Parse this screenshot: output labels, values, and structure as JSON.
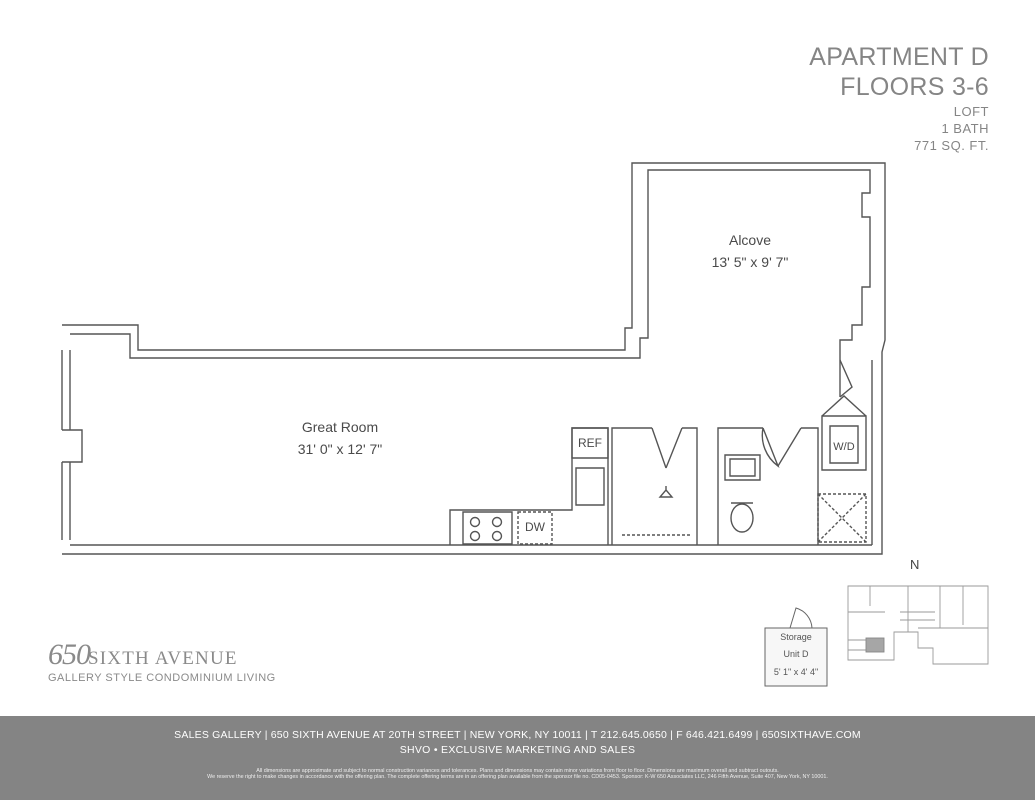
{
  "header": {
    "unit_name": "APARTMENT D",
    "floors": "FLOORS 3-6",
    "type": "LOFT",
    "bath": "1 BATH",
    "area": "771 SQ. FT."
  },
  "rooms": {
    "alcove_name": "Alcove",
    "alcove_dims": "13' 5\" x 9' 7\"",
    "great_room_name": "Great Room",
    "great_room_dims": "31' 0\" x 12' 7\""
  },
  "fixtures": {
    "ref": "REF",
    "dw": "DW",
    "wd": "W/D"
  },
  "storage": {
    "label1": "Storage",
    "label2": "Unit D",
    "dims": "5' 1\" x 4' 4\""
  },
  "compass": {
    "north": "N"
  },
  "logo": {
    "number": "650",
    "name": "SIXTH AVENUE",
    "tagline": "GALLERY STYLE CONDOMINIUM LIVING"
  },
  "footer": {
    "line1": "SALES GALLERY | 650 SIXTH AVENUE AT 20TH STREET | NEW YORK, NY 10011 | T 212.645.0650 | F 646.421.6499 | 650SIXTHAVE.COM",
    "line2": "SHVO • EXCLUSIVE MARKETING AND SALES",
    "disclaimer1": "All dimensions are approximate and subject to normal construction variances and tolerances. Plans and dimensions may contain minor variations from floor to floor. Dimensions are maximum overall and subtract outouts.",
    "disclaimer2": "We reserve the right to make changes in accordance with the offering plan. The complete offering terms are in an offering plan available from the sponsor file no. CD05-0453. Sponsor: K-W 650 Associates LLC, 246 Fifth Avenue, Suite 407, New York, NY 10001."
  },
  "colors": {
    "wall": "#555555",
    "text": "#858585",
    "footer_bg": "#848484",
    "keyplan_highlight": "#a6a6a6"
  }
}
